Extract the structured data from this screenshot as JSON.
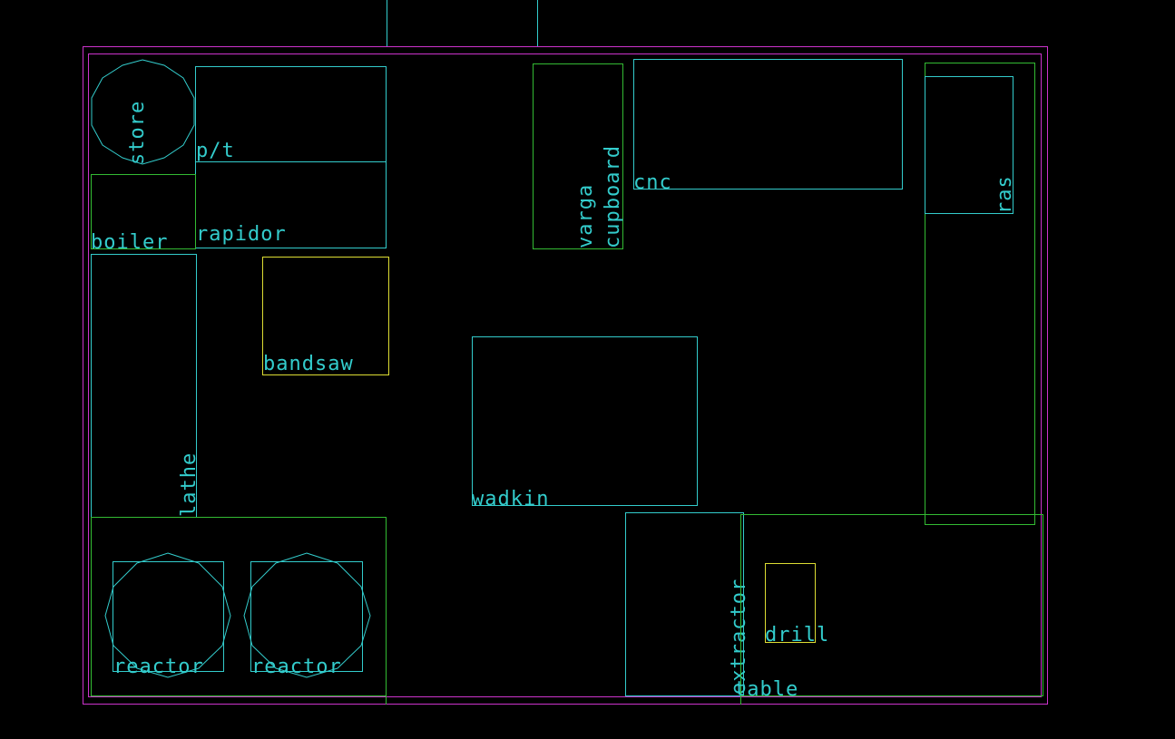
{
  "labels": {
    "store": "store",
    "pt": "p/t",
    "boiler": "boiler",
    "rapidor": "rapidor",
    "bandsaw": "bandsaw",
    "lathe": "lathe",
    "reactor_1": "reactor",
    "reactor_2": "reactor",
    "varga": "varga",
    "cupboard": "cupboard",
    "cnc": "cnc",
    "ras": "ras",
    "wadkin": "wadkin",
    "extractor": "extractor",
    "drill": "drill",
    "table": "table"
  },
  "colors": {
    "background": "#000000",
    "walls": "#cc33cc",
    "machines": "#33cccc",
    "benches": "#33bb33",
    "small_tools": "#dddd33"
  }
}
